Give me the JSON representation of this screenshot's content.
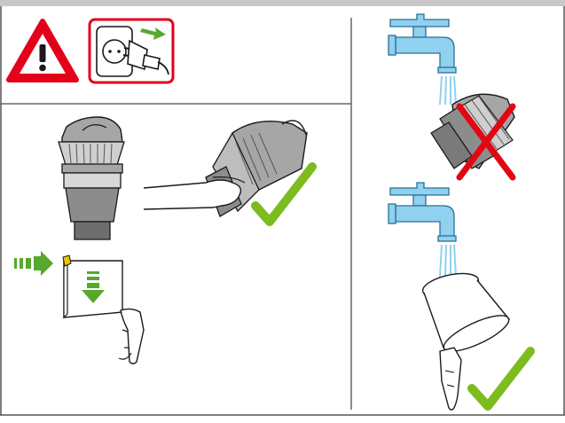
{
  "colors": {
    "frame_top": "#c8c8c8",
    "warning_red": "#e3001b",
    "plug_box": "#e3001b",
    "arrow_green": "#56a82e",
    "check_green": "#7cbc1f",
    "cross_red": "#e30613",
    "tap_blue": "#8fd1ee",
    "tap_outline": "#2b6f96",
    "filter_gray": "#a6a6a6",
    "filter_dark": "#7a7a7a",
    "outline": "#1a1a1a"
  },
  "icons": [
    "warning-triangle-icon",
    "unplug-icon",
    "tap-icon",
    "check-icon",
    "cross-icon",
    "arrow-right-icon",
    "arrow-down-icon"
  ],
  "steps": {
    "left": [
      "warning-unplug",
      "remove-filter-cyclone",
      "tap-filter-clean",
      "open-filter-flap"
    ],
    "right": [
      "do-not-rinse-filter-unit",
      "rinse-filter-under-tap"
    ]
  }
}
